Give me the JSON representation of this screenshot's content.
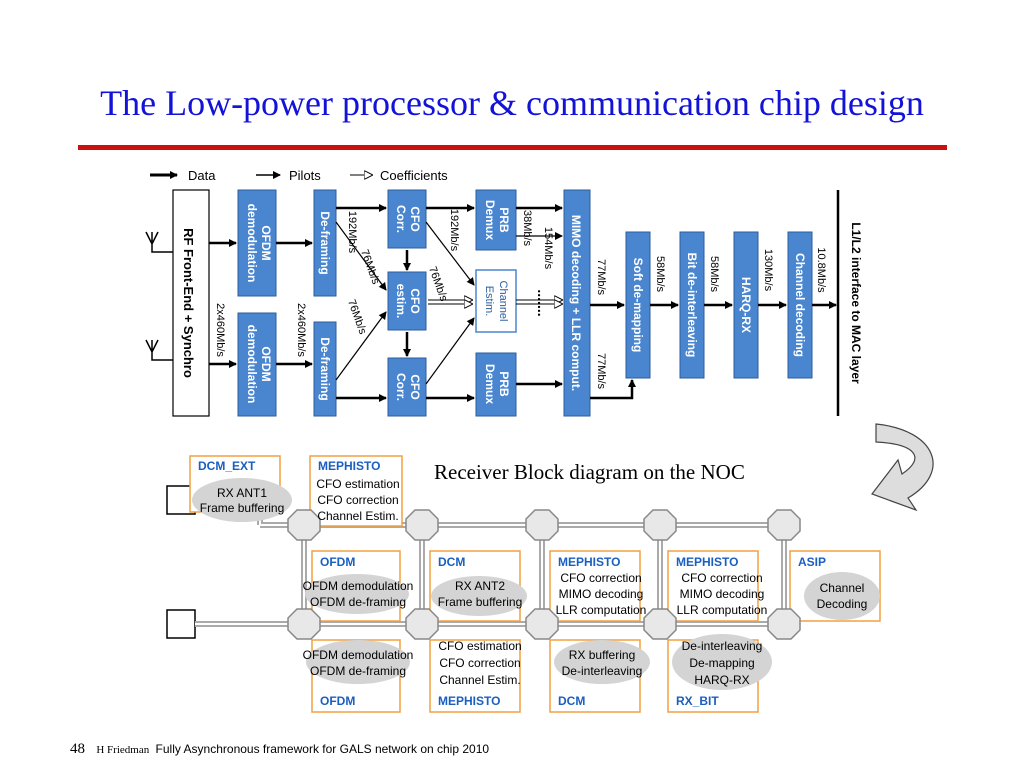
{
  "slide": {
    "title": "The Low-power processor & communication chip design",
    "noc_caption": "Receiver Block diagram on the NOC",
    "page_number": "48",
    "footer_author": "H Friedman",
    "footer_text": "Fully Asynchronous framework for GALS network on chip 2010"
  },
  "colors": {
    "title": "#1212d8",
    "rule": "#cc1010",
    "block_fill": "#4a86d0",
    "noc_box_border": "#f0a040",
    "noc_label": "#1a5fc0",
    "ellipse_fill": "#d4d4d4",
    "router_fill": "#e8e8e8"
  },
  "legend": {
    "data": "Data",
    "pilots": "Pilots",
    "coefficients": "Coefficients"
  },
  "blocks": {
    "rf": "RF Front-End + Synchro",
    "ofdm_demod_1": [
      "OFDM",
      "demodulation"
    ],
    "ofdm_demod_2": [
      "OFDM",
      "demodulation"
    ],
    "deframing_1": "De-framing",
    "deframing_2": "De-framing",
    "cfo_corr_1": [
      "CFO",
      "Corr."
    ],
    "cfo_estim": [
      "CFO",
      "estim."
    ],
    "cfo_corr_2": [
      "CFO",
      "Corr."
    ],
    "prb_demux_1": [
      "PRB",
      "Demux"
    ],
    "prb_demux_2": [
      "PRB",
      "Demux"
    ],
    "channel_estim": [
      "Channel",
      "Estim."
    ],
    "mimo": "MIMO decoding + LLR comput.",
    "soft_demap": "Soft de-mapping",
    "bit_deint": "Bit de-interleaving",
    "harq": "HARQ-RX",
    "chan_dec": "Channel decoding",
    "mac": "L1/L2 interface to MAC layer",
    "dots": "......."
  },
  "rates": {
    "r_2x460_a": "2x460Mb/s",
    "r_2x460_b": "2x460Mb/s",
    "r_192_a": "192Mb/s",
    "r_192_b": "192Mb/s",
    "r_76_a": "76Mb/s",
    "r_76_b": "76Mb/s",
    "r_76_c": "76Mb/s",
    "r_38": "38Mb/s",
    "r_154": "154Mb/s",
    "r_77_a": "77Mb/s",
    "r_77_b": "77Mb/s",
    "r_58_a": "58Mb/s",
    "r_58_b": "58Mb/s",
    "r_130": "130Mb/s",
    "r_10_8": "10.8Mb/s"
  },
  "noc": {
    "b1_label": "DCM_EXT",
    "b1_lines": [
      "RX ANT1",
      "Frame buffering"
    ],
    "b2_label": "MEPHISTO",
    "b2_lines": [
      "CFO estimation",
      "CFO correction",
      "Channel Estim."
    ],
    "b3_label": "OFDM",
    "b3_lines": [
      "OFDM demodulation",
      "OFDM de-framing"
    ],
    "b4_label": "DCM",
    "b4_lines": [
      "RX ANT2",
      "Frame buffering"
    ],
    "b5_label": "MEPHISTO",
    "b5_lines": [
      "CFO correction",
      "MIMO decoding",
      "LLR computation"
    ],
    "b6_label": "MEPHISTO",
    "b6_lines": [
      "CFO correction",
      "MIMO decoding",
      "LLR computation"
    ],
    "b7_label": "ASIP",
    "b7_lines": [
      "Channel",
      "Decoding"
    ],
    "b8_label": "OFDM",
    "b8_lines": [
      "OFDM demodulation",
      "OFDM de-framing"
    ],
    "b9_label": "MEPHISTO",
    "b9_lines": [
      "CFO estimation",
      "CFO correction",
      "Channel Estim."
    ],
    "b10_label": "DCM",
    "b10_lines": [
      "RX buffering",
      "De-interleaving"
    ],
    "b11_label": "RX_BIT",
    "b11_lines": [
      "De-interleaving",
      "De-mapping",
      "HARQ-RX"
    ]
  }
}
